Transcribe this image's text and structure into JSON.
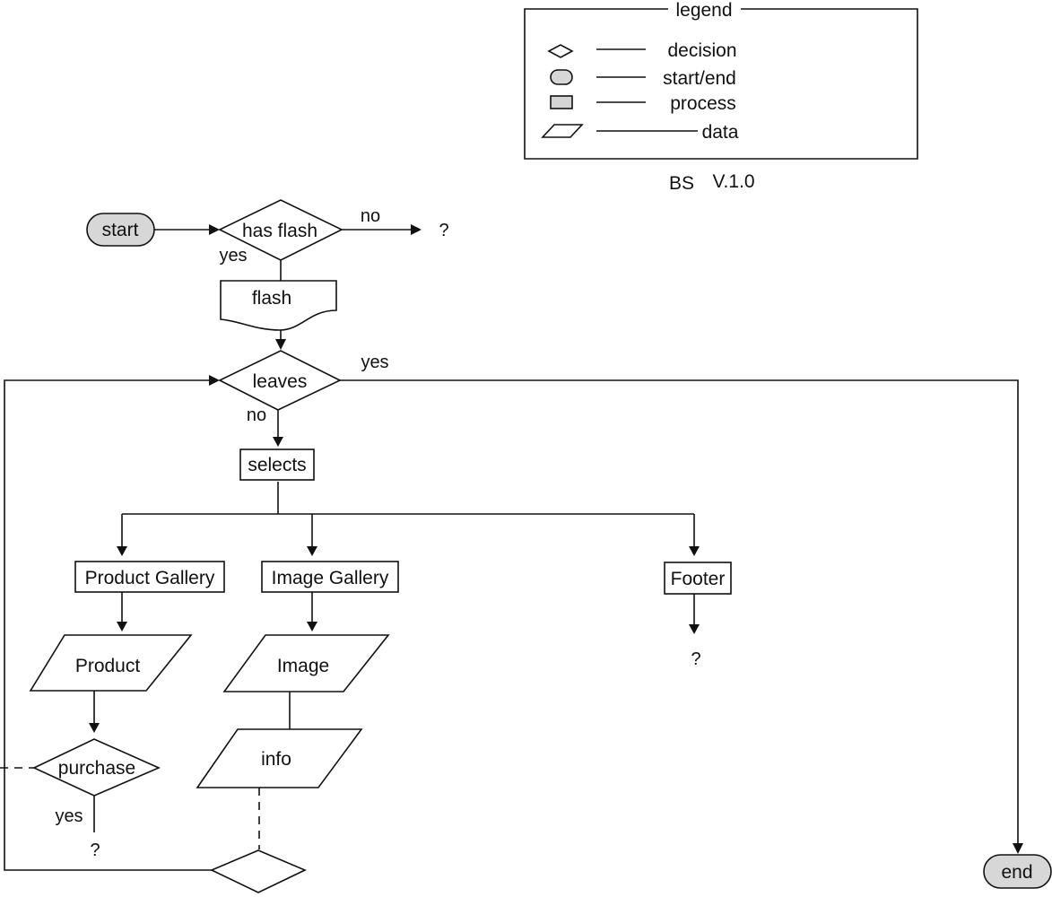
{
  "legend": {
    "title": "legend",
    "items": [
      {
        "symbol": "decision",
        "label": "decision"
      },
      {
        "symbol": "start/end",
        "label": "start/end"
      },
      {
        "symbol": "process",
        "label": "process"
      },
      {
        "symbol": "data",
        "label": "data"
      }
    ],
    "author": "BS",
    "version": "V.1.0"
  },
  "nodes": {
    "start": "start",
    "has_flash": "has flash",
    "flash": "flash",
    "leaves": "leaves",
    "selects": "selects",
    "product_gallery": "Product Gallery",
    "image_gallery": "Image Gallery",
    "footer": "Footer",
    "product": "Product",
    "image": "Image",
    "info": "info",
    "purchase": "purchase",
    "end": "end"
  },
  "edge_labels": {
    "has_flash_no": "no",
    "has_flash_yes": "yes",
    "has_flash_no_target": "?",
    "leaves_yes": "yes",
    "leaves_no": "no",
    "footer_target": "?",
    "purchase_yes": "yes",
    "purchase_yes_target": "?"
  },
  "colors": {
    "line": "#111111",
    "terminal_fill": "#d7d7d7",
    "background": "#ffffff"
  }
}
